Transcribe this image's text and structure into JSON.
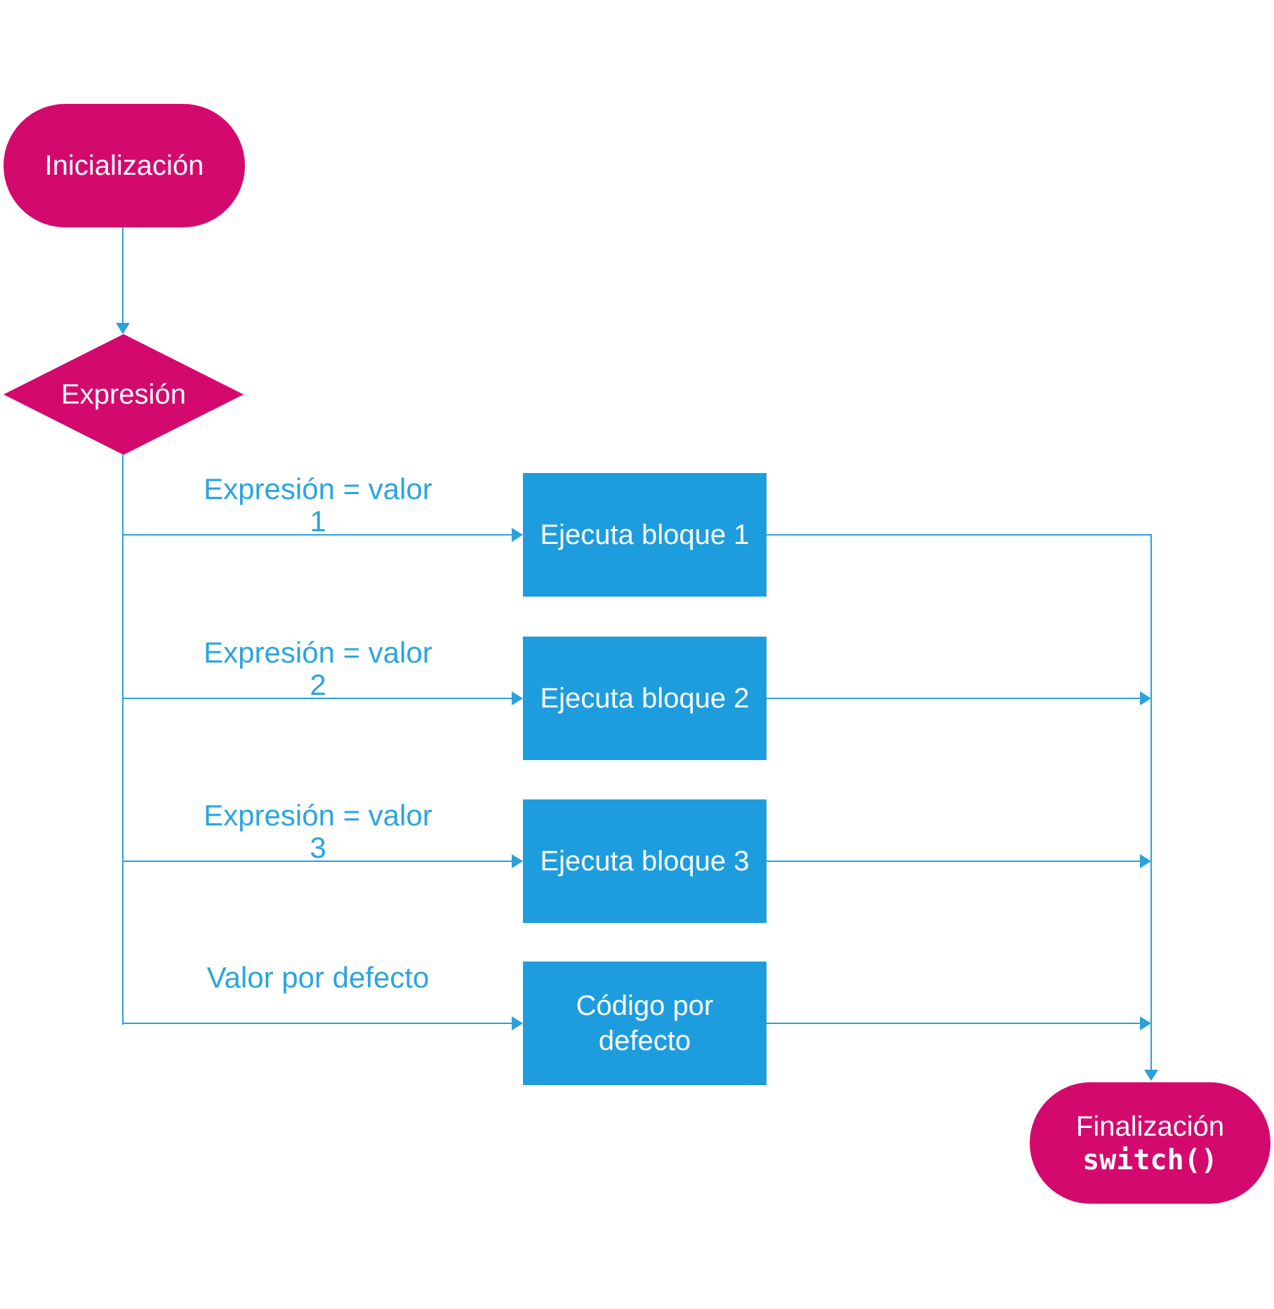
{
  "colors": {
    "pink": "#d4096e",
    "box_blue": "#1e9dde",
    "line_blue": "#2ba0dc",
    "label_blue": "#2aa5e0",
    "text_white": "#ffffff",
    "bg": "#ffffff"
  },
  "flow": {
    "start": {
      "label": "Inicialización"
    },
    "decision": {
      "label": "Expresión"
    },
    "branches": [
      {
        "condition": "Expresión = valor 1",
        "action": "Ejecuta bloque 1"
      },
      {
        "condition": "Expresión = valor 2",
        "action": "Ejecuta bloque 2"
      },
      {
        "condition": "Expresión = valor 3",
        "action": "Ejecuta bloque 3"
      },
      {
        "condition": "Valor por defecto",
        "action": "Código por defecto"
      }
    ],
    "end": {
      "label": "Finalización",
      "code": "switch()"
    }
  }
}
